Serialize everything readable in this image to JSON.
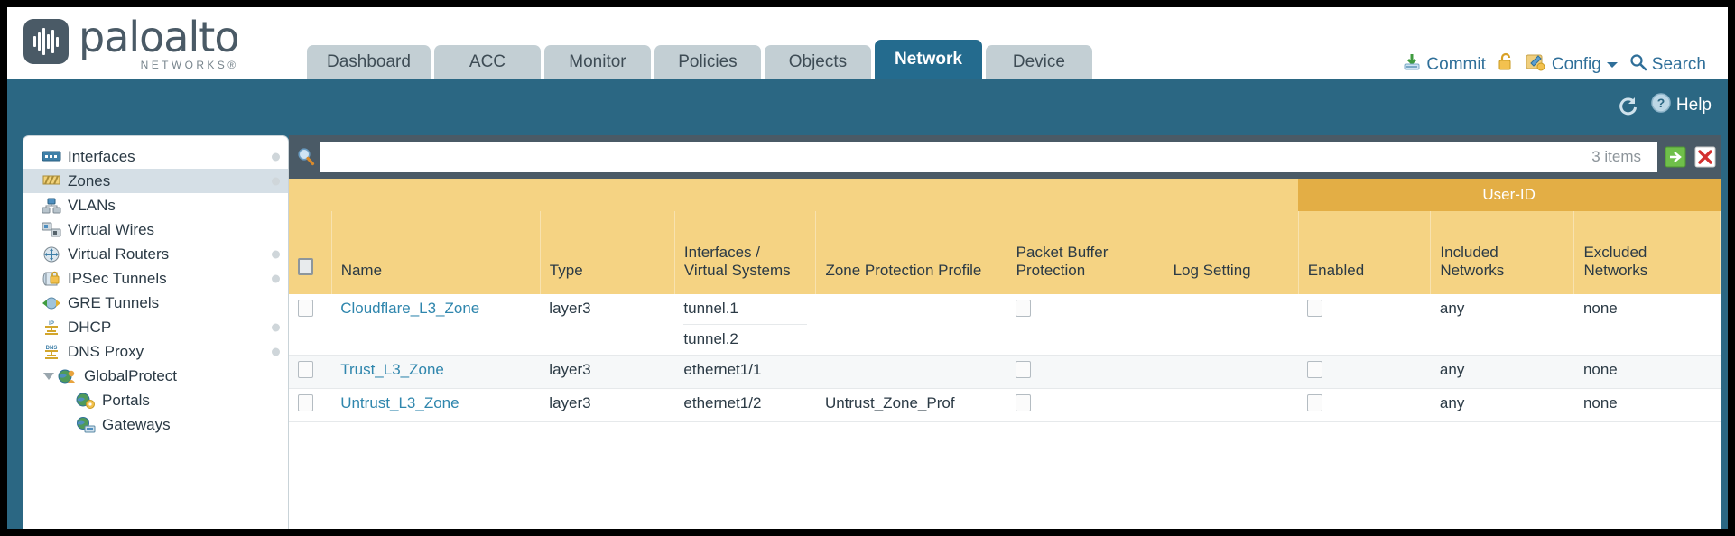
{
  "brand": {
    "name": "paloalto",
    "tagline": "NETWORKS",
    "registered": "®"
  },
  "tabs": [
    {
      "label": "Dashboard",
      "active": false
    },
    {
      "label": "ACC",
      "active": false
    },
    {
      "label": "Monitor",
      "active": false
    },
    {
      "label": "Policies",
      "active": false
    },
    {
      "label": "Objects",
      "active": false
    },
    {
      "label": "Network",
      "active": true
    },
    {
      "label": "Device",
      "active": false
    }
  ],
  "toolbar": {
    "commit_label": "Commit",
    "config_label": "Config",
    "search_label": "Search"
  },
  "band": {
    "help_label": "Help"
  },
  "sidebar": {
    "items": [
      {
        "label": "Interfaces",
        "icon": "interfaces-icon",
        "selected": false,
        "dot": true,
        "child": false,
        "caret": false
      },
      {
        "label": "Zones",
        "icon": "zones-icon",
        "selected": true,
        "dot": true,
        "child": false,
        "caret": false
      },
      {
        "label": "VLANs",
        "icon": "vlans-icon",
        "selected": false,
        "dot": false,
        "child": false,
        "caret": false
      },
      {
        "label": "Virtual Wires",
        "icon": "virtual-wires-icon",
        "selected": false,
        "dot": false,
        "child": false,
        "caret": false
      },
      {
        "label": "Virtual Routers",
        "icon": "virtual-routers-icon",
        "selected": false,
        "dot": true,
        "child": false,
        "caret": false
      },
      {
        "label": "IPSec Tunnels",
        "icon": "ipsec-tunnels-icon",
        "selected": false,
        "dot": true,
        "child": false,
        "caret": false
      },
      {
        "label": "GRE Tunnels",
        "icon": "gre-tunnels-icon",
        "selected": false,
        "dot": false,
        "child": false,
        "caret": false
      },
      {
        "label": "DHCP",
        "icon": "dhcp-icon",
        "selected": false,
        "dot": true,
        "child": false,
        "caret": false
      },
      {
        "label": "DNS Proxy",
        "icon": "dns-proxy-icon",
        "selected": false,
        "dot": true,
        "child": false,
        "caret": false
      },
      {
        "label": "GlobalProtect",
        "icon": "globalprotect-icon",
        "selected": false,
        "dot": false,
        "child": false,
        "caret": true
      },
      {
        "label": "Portals",
        "icon": "portals-icon",
        "selected": false,
        "dot": false,
        "child": true,
        "caret": false
      },
      {
        "label": "Gateways",
        "icon": "gateways-icon",
        "selected": false,
        "dot": false,
        "child": true,
        "caret": false
      }
    ]
  },
  "search": {
    "value": "",
    "placeholder": "",
    "items_count": "3 items"
  },
  "table": {
    "group_header": "User-ID",
    "columns": [
      "Name",
      "Type",
      "Interfaces / Virtual Systems",
      "Zone Protection Profile",
      "Packet Buffer Protection",
      "Log Setting",
      "Enabled",
      "Included Networks",
      "Excluded Networks"
    ],
    "rows": [
      {
        "name": "Cloudflare_L3_Zone",
        "type": "layer3",
        "interfaces": [
          "tunnel.1",
          "tunnel.2"
        ],
        "zone_protection_profile": "",
        "packet_buffer_protection": false,
        "log_setting": "",
        "userid_enabled": false,
        "included_networks": "any",
        "excluded_networks": "none"
      },
      {
        "name": "Trust_L3_Zone",
        "type": "layer3",
        "interfaces": [
          "ethernet1/1"
        ],
        "zone_protection_profile": "",
        "packet_buffer_protection": false,
        "log_setting": "",
        "userid_enabled": false,
        "included_networks": "any",
        "excluded_networks": "none"
      },
      {
        "name": "Untrust_L3_Zone",
        "type": "layer3",
        "interfaces": [
          "ethernet1/2"
        ],
        "zone_protection_profile": "Untrust_Zone_Prof",
        "packet_buffer_protection": false,
        "log_setting": "",
        "userid_enabled": false,
        "included_networks": "any",
        "excluded_networks": "none"
      }
    ]
  },
  "colors": {
    "brand_slate": "#4a5a66",
    "band_blue": "#2b6783",
    "active_tab": "#246b8e",
    "header_yellow": "#f5d383",
    "group_yellow": "#e3ae45",
    "link_blue": "#2f86ad"
  }
}
